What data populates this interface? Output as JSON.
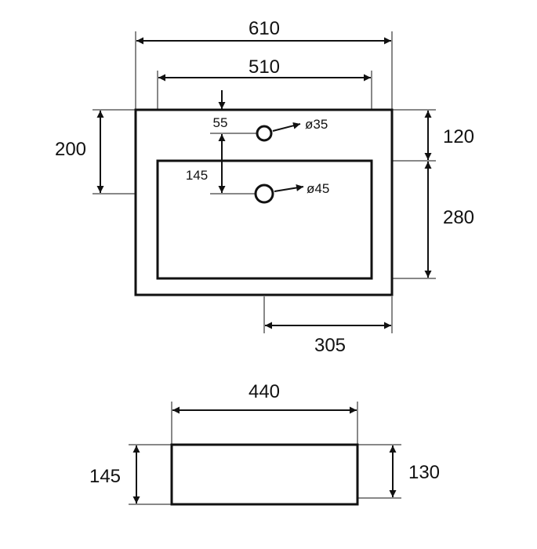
{
  "top_view": {
    "overall_width": "610",
    "bowl_width": "510",
    "tap_hole_offset": "55",
    "tap_hole_diameter": "ø35",
    "drain_offset": "145",
    "drain_diameter": "ø45",
    "overall_depth_left": "200",
    "rim_depth": "120",
    "bowl_depth": "280",
    "half_width": "305"
  },
  "front_view": {
    "base_width": "440",
    "overall_height": "145",
    "body_height": "130"
  }
}
